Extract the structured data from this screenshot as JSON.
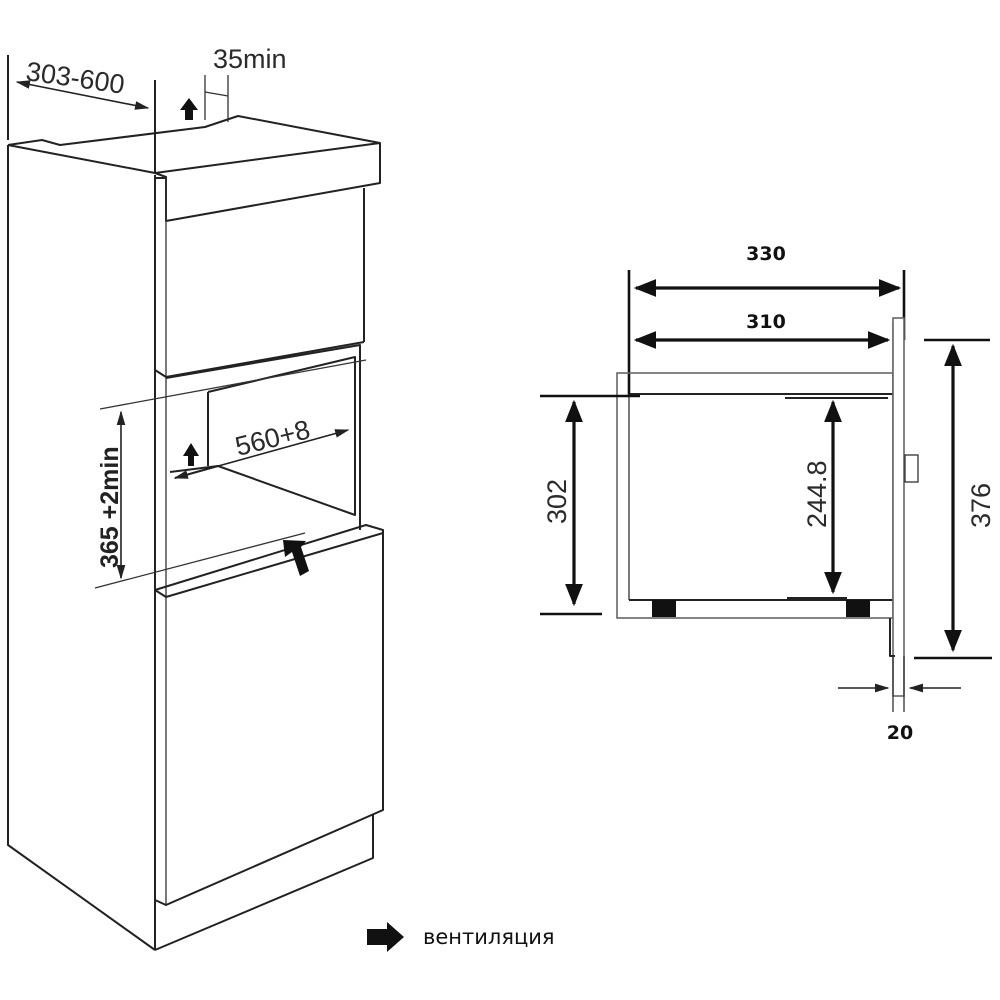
{
  "diagram": {
    "type": "built-in microwave installation drawing",
    "cabinet_view": {
      "dimensions": {
        "cabinet_depth": "303-600",
        "top_vent_gap": "35min",
        "niche_width": "560+8",
        "niche_height": "365 +2min"
      },
      "ventilation_arrows": [
        "top",
        "niche-rear",
        "front-bottom"
      ]
    },
    "side_view": {
      "dimensions": {
        "overall_depth": "330",
        "body_depth": "310",
        "body_height": "302",
        "inner_height": "244.8",
        "front_height": "376",
        "front_offset": "20"
      }
    },
    "legend": {
      "icon": "arrow-right-icon",
      "label": "вентиляция"
    }
  },
  "colors": {
    "line": "#222222",
    "background": "#ffffff",
    "feet": "#111111"
  }
}
